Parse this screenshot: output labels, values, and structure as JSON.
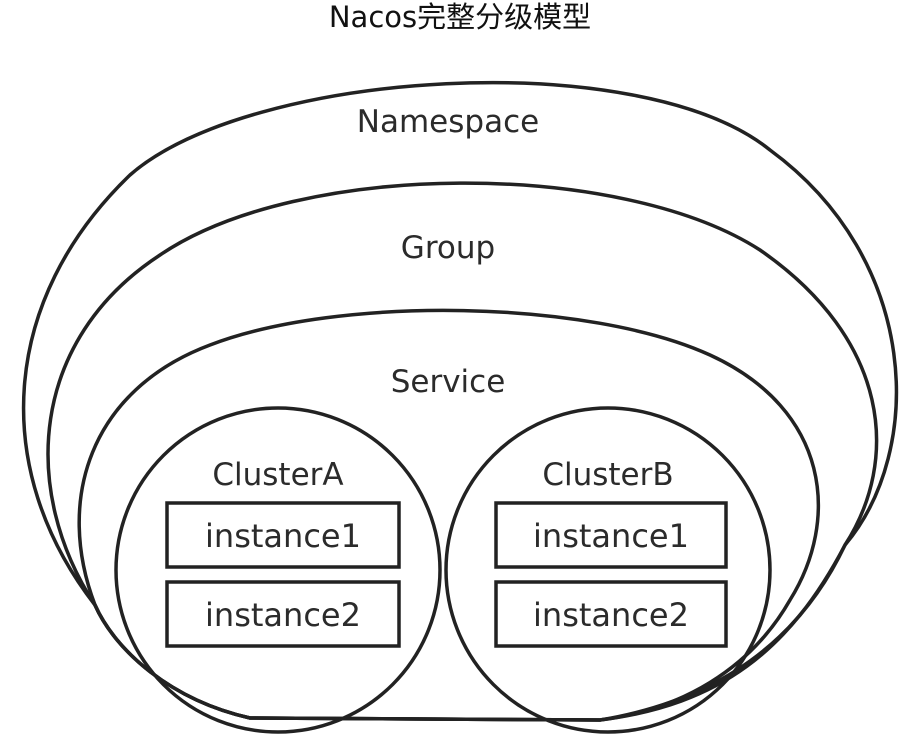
{
  "title": "Nacos完整分级模型",
  "levels": {
    "namespace": "Namespace",
    "group": "Group",
    "service": "Service"
  },
  "clusters": [
    {
      "name": "ClusterA",
      "instances": [
        "instance1",
        "instance2"
      ]
    },
    {
      "name": "ClusterB",
      "instances": [
        "instance1",
        "instance2"
      ]
    }
  ],
  "colors": {
    "stroke": "#222222",
    "text": "#2b2b2b",
    "background": "#ffffff"
  }
}
